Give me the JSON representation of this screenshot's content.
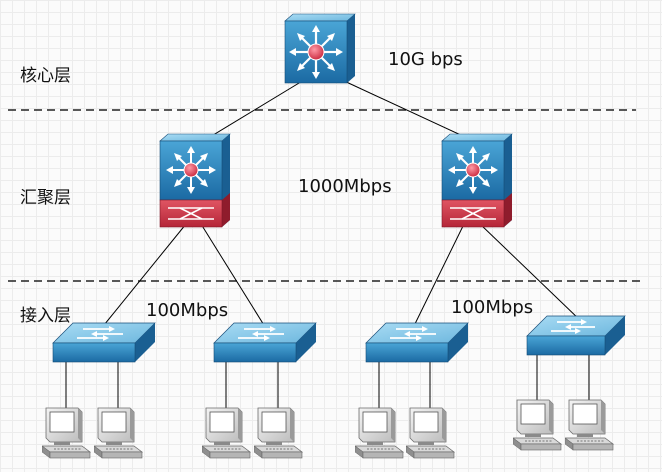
{
  "layers": {
    "core": "核心层",
    "distribution": "汇聚层",
    "access": "接入层"
  },
  "bandwidth": {
    "core": "10G bps",
    "distribution": "1000Mbps",
    "access_left": "100Mbps",
    "access_right": "100Mbps"
  },
  "colors": {
    "switch_top": "#7fc3e6",
    "switch_side": "#2a7fb8",
    "switch_front": "#1f6fa8",
    "router_red": "#d23a4c",
    "link": "#000000"
  },
  "icons": {
    "core_switch": "layer3-switch-icon",
    "distribution_switch": "multilayer-switch-icon",
    "access_switch": "workgroup-switch-icon",
    "pc": "pc-workstation-icon"
  }
}
